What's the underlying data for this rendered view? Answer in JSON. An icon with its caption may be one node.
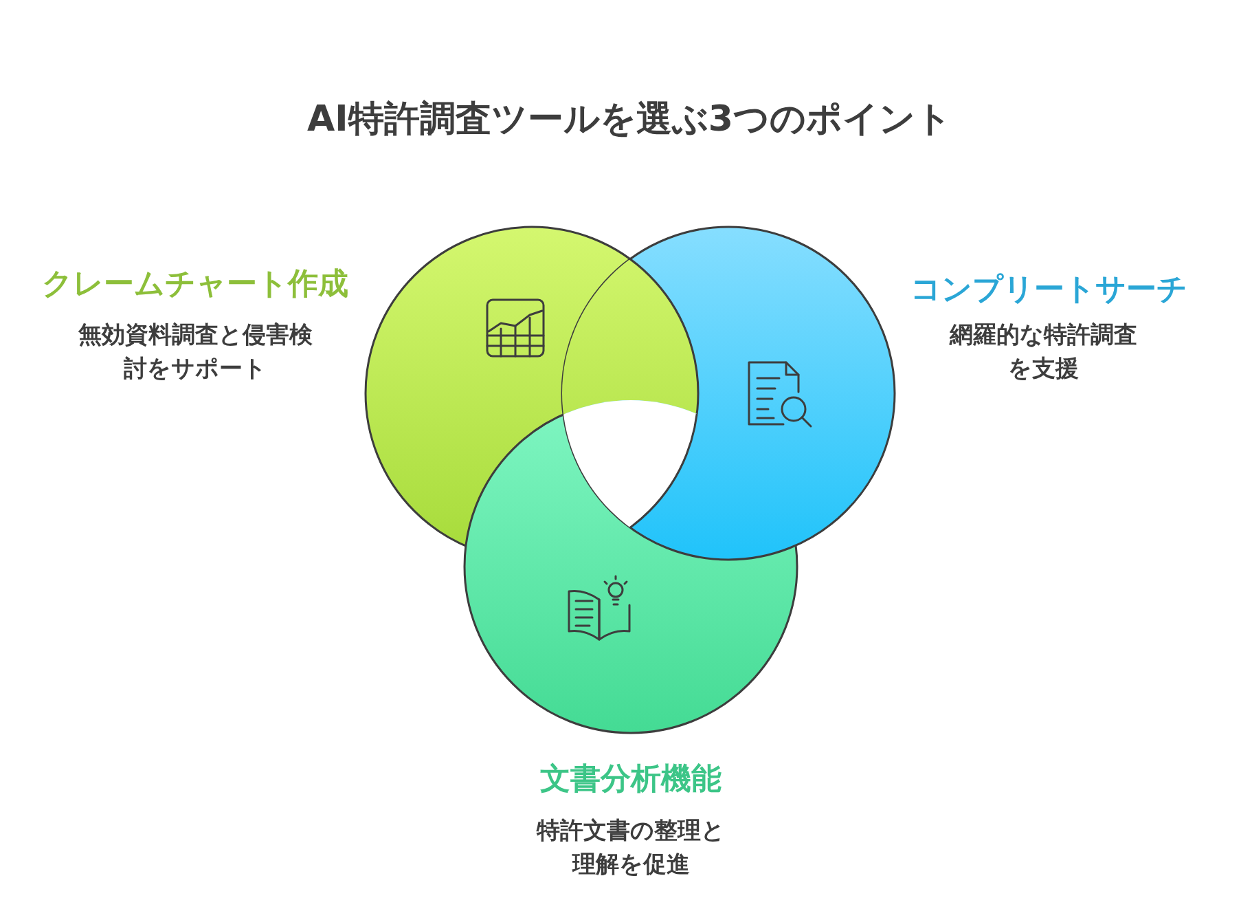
{
  "diagram": {
    "title": "AI特許調査ツールを選ぶ3つのポイント",
    "labels": [
      "クレームチャート作成",
      "無効資料調査と侵害検討をサポート",
      "コンプリートサーチ",
      "網羅的な特許調査を支援",
      "文書分析機能",
      "特許文書の整理と理解を促進"
    ]
  }
}
